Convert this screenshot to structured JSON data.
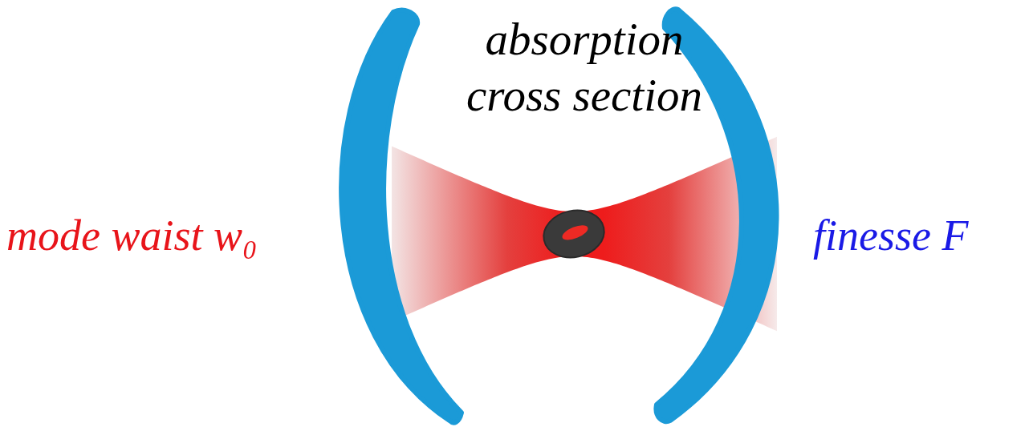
{
  "diagram": {
    "labels": [
      "mode waist w₀",
      "absorption cross section",
      "finesse F"
    ]
  }
}
